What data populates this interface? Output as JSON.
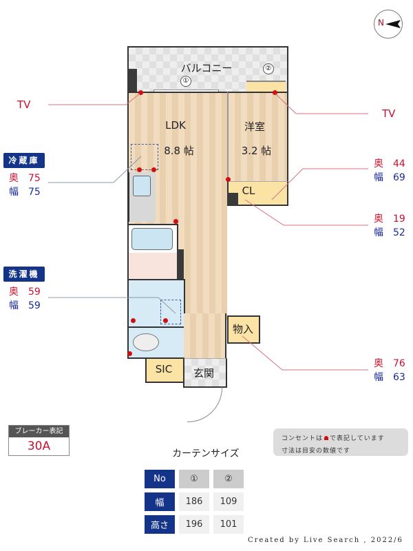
{
  "compass": {
    "label": "N",
    "icon": "compass-north-icon"
  },
  "rooms": {
    "balcony": "バルコニー",
    "ldk": {
      "name": "LDK",
      "size": "8.8 帖"
    },
    "western": {
      "name": "洋室",
      "size": "3.2 帖"
    },
    "closet": "CL",
    "storage": "物入",
    "sic": "SIC",
    "entrance": "玄関",
    "window_marks": [
      "①",
      "②"
    ]
  },
  "callouts": {
    "tv_left": "TV",
    "tv_right": "TV",
    "fridge": {
      "title": "冷蔵庫",
      "depth_label": "奥",
      "depth": "75",
      "width_label": "幅",
      "width": "75"
    },
    "washer": {
      "title": "洗濯機",
      "depth_label": "奥",
      "depth": "59",
      "width_label": "幅",
      "width": "59"
    },
    "closet_dims": {
      "depth_label": "奥",
      "depth": "44",
      "width_label": "幅",
      "width": "69"
    },
    "closet_door_dims": {
      "depth_label": "奥",
      "depth": "19",
      "width_label": "幅",
      "width": "52"
    },
    "storage_dims": {
      "depth_label": "奥",
      "depth": "76",
      "width_label": "幅",
      "width": "63"
    }
  },
  "breaker": {
    "title": "ブレーカー表記",
    "value": "30A"
  },
  "notes": {
    "line1_pre": "コンセントは",
    "line1_post": "で表記しています",
    "line2": "寸法は目安の数値です"
  },
  "curtain": {
    "title": "カーテンサイズ",
    "rows": [
      {
        "header": "No",
        "values": [
          "①",
          "②"
        ]
      },
      {
        "header": "幅",
        "values": [
          "186",
          "109"
        ]
      },
      {
        "header": "高さ",
        "values": [
          "196",
          "101"
        ]
      }
    ]
  },
  "footer": {
    "credit": "Created by Live Search , 2022/6"
  },
  "colors": {
    "accent_blue": "#14348a",
    "outlet_red": "#d01010",
    "depth_red": "#c8102e",
    "width_blue": "#1a2a9a"
  }
}
